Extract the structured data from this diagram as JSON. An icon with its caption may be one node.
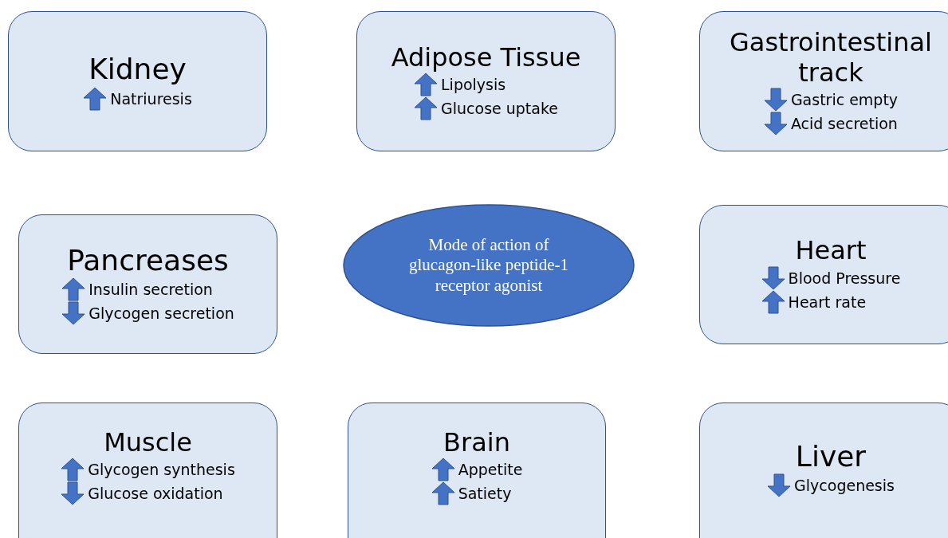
{
  "diagram": {
    "nodes": [
      {
        "text": [
          "Kidney",
          "Natriuresis"
        ]
      },
      {
        "text": [
          "Adipose Tissue",
          "Lipolysis",
          "Glucose uptake"
        ]
      },
      {
        "text": [
          "Gastrointestinal track",
          "Gastric empty",
          "Acid secretion"
        ]
      },
      {
        "text": [
          "Pancreases",
          "Insulin secretion",
          "Glycogen secretion"
        ]
      },
      {
        "text": [
          "Mode of action of glucagon-like peptide-1 receptor agonist"
        ]
      },
      {
        "text": [
          "Heart",
          "Blood Pressure",
          "Heart rate"
        ]
      },
      {
        "text": [
          "Muscle",
          "Glycogen synthesis",
          "Glucose oxidation"
        ]
      },
      {
        "text": [
          "Brain",
          "Appetite",
          "Satiety"
        ]
      },
      {
        "text": [
          "Liver",
          "Glycogenesis"
        ]
      }
    ],
    "edges": []
  }
}
